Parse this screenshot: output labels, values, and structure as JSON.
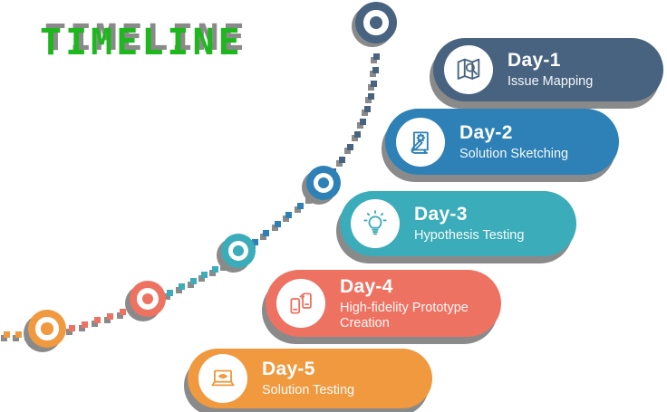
{
  "canvas": {
    "background": "#FFFFFF",
    "shadow_color": "#8A8A8A"
  },
  "title": {
    "text": "TIMELINE",
    "color": "#1EB71E",
    "shadow_color": "#8A8A8A"
  },
  "timeline": {
    "days": [
      {
        "label": "Day-1",
        "subtitle": "Issue Mapping",
        "color": "#486380",
        "icon": "map-search-icon"
      },
      {
        "label": "Day-2",
        "subtitle": "Solution Sketching",
        "color": "#2E81B6",
        "icon": "sketch-pencil-gear-icon"
      },
      {
        "label": "Day-3",
        "subtitle": "Hypothesis Testing",
        "color": "#3BACB9",
        "icon": "lightbulb-icon"
      },
      {
        "label": "Day-4",
        "subtitle": "High-fidelity Prototype Creation",
        "color": "#EE7261",
        "icon": "prototype-phones-icon"
      },
      {
        "label": "Day-5",
        "subtitle": "Solution Testing",
        "color": "#F0993F",
        "icon": "laptop-eye-icon"
      }
    ]
  }
}
